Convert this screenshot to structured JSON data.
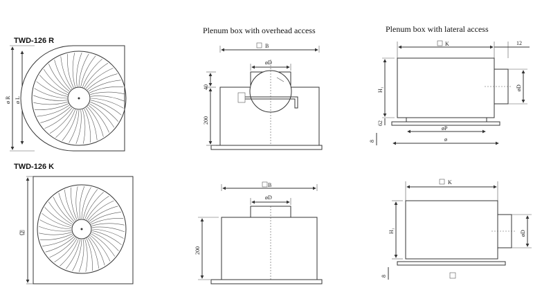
{
  "diagram": {
    "titles": {
      "r_variant": "TWD-126 R",
      "k_variant": "TWD-126 K",
      "overhead": "Plenum box with overhead access",
      "lateral": "Plenum box with lateral access"
    },
    "dims": {
      "B": "B",
      "K": "K",
      "D": "øD",
      "R": "ø R",
      "L": "ø L",
      "Q": "Q",
      "H1": "H₁",
      "P": "øP",
      "o": "ø",
      "n40": "40",
      "n200": "200",
      "n62": "62",
      "n8": "8",
      "n12": "12"
    },
    "colors": {
      "line": "#333333",
      "background": "#ffffff"
    },
    "icons": [
      "square-symbol-icon",
      "diameter-symbol-icon"
    ]
  }
}
